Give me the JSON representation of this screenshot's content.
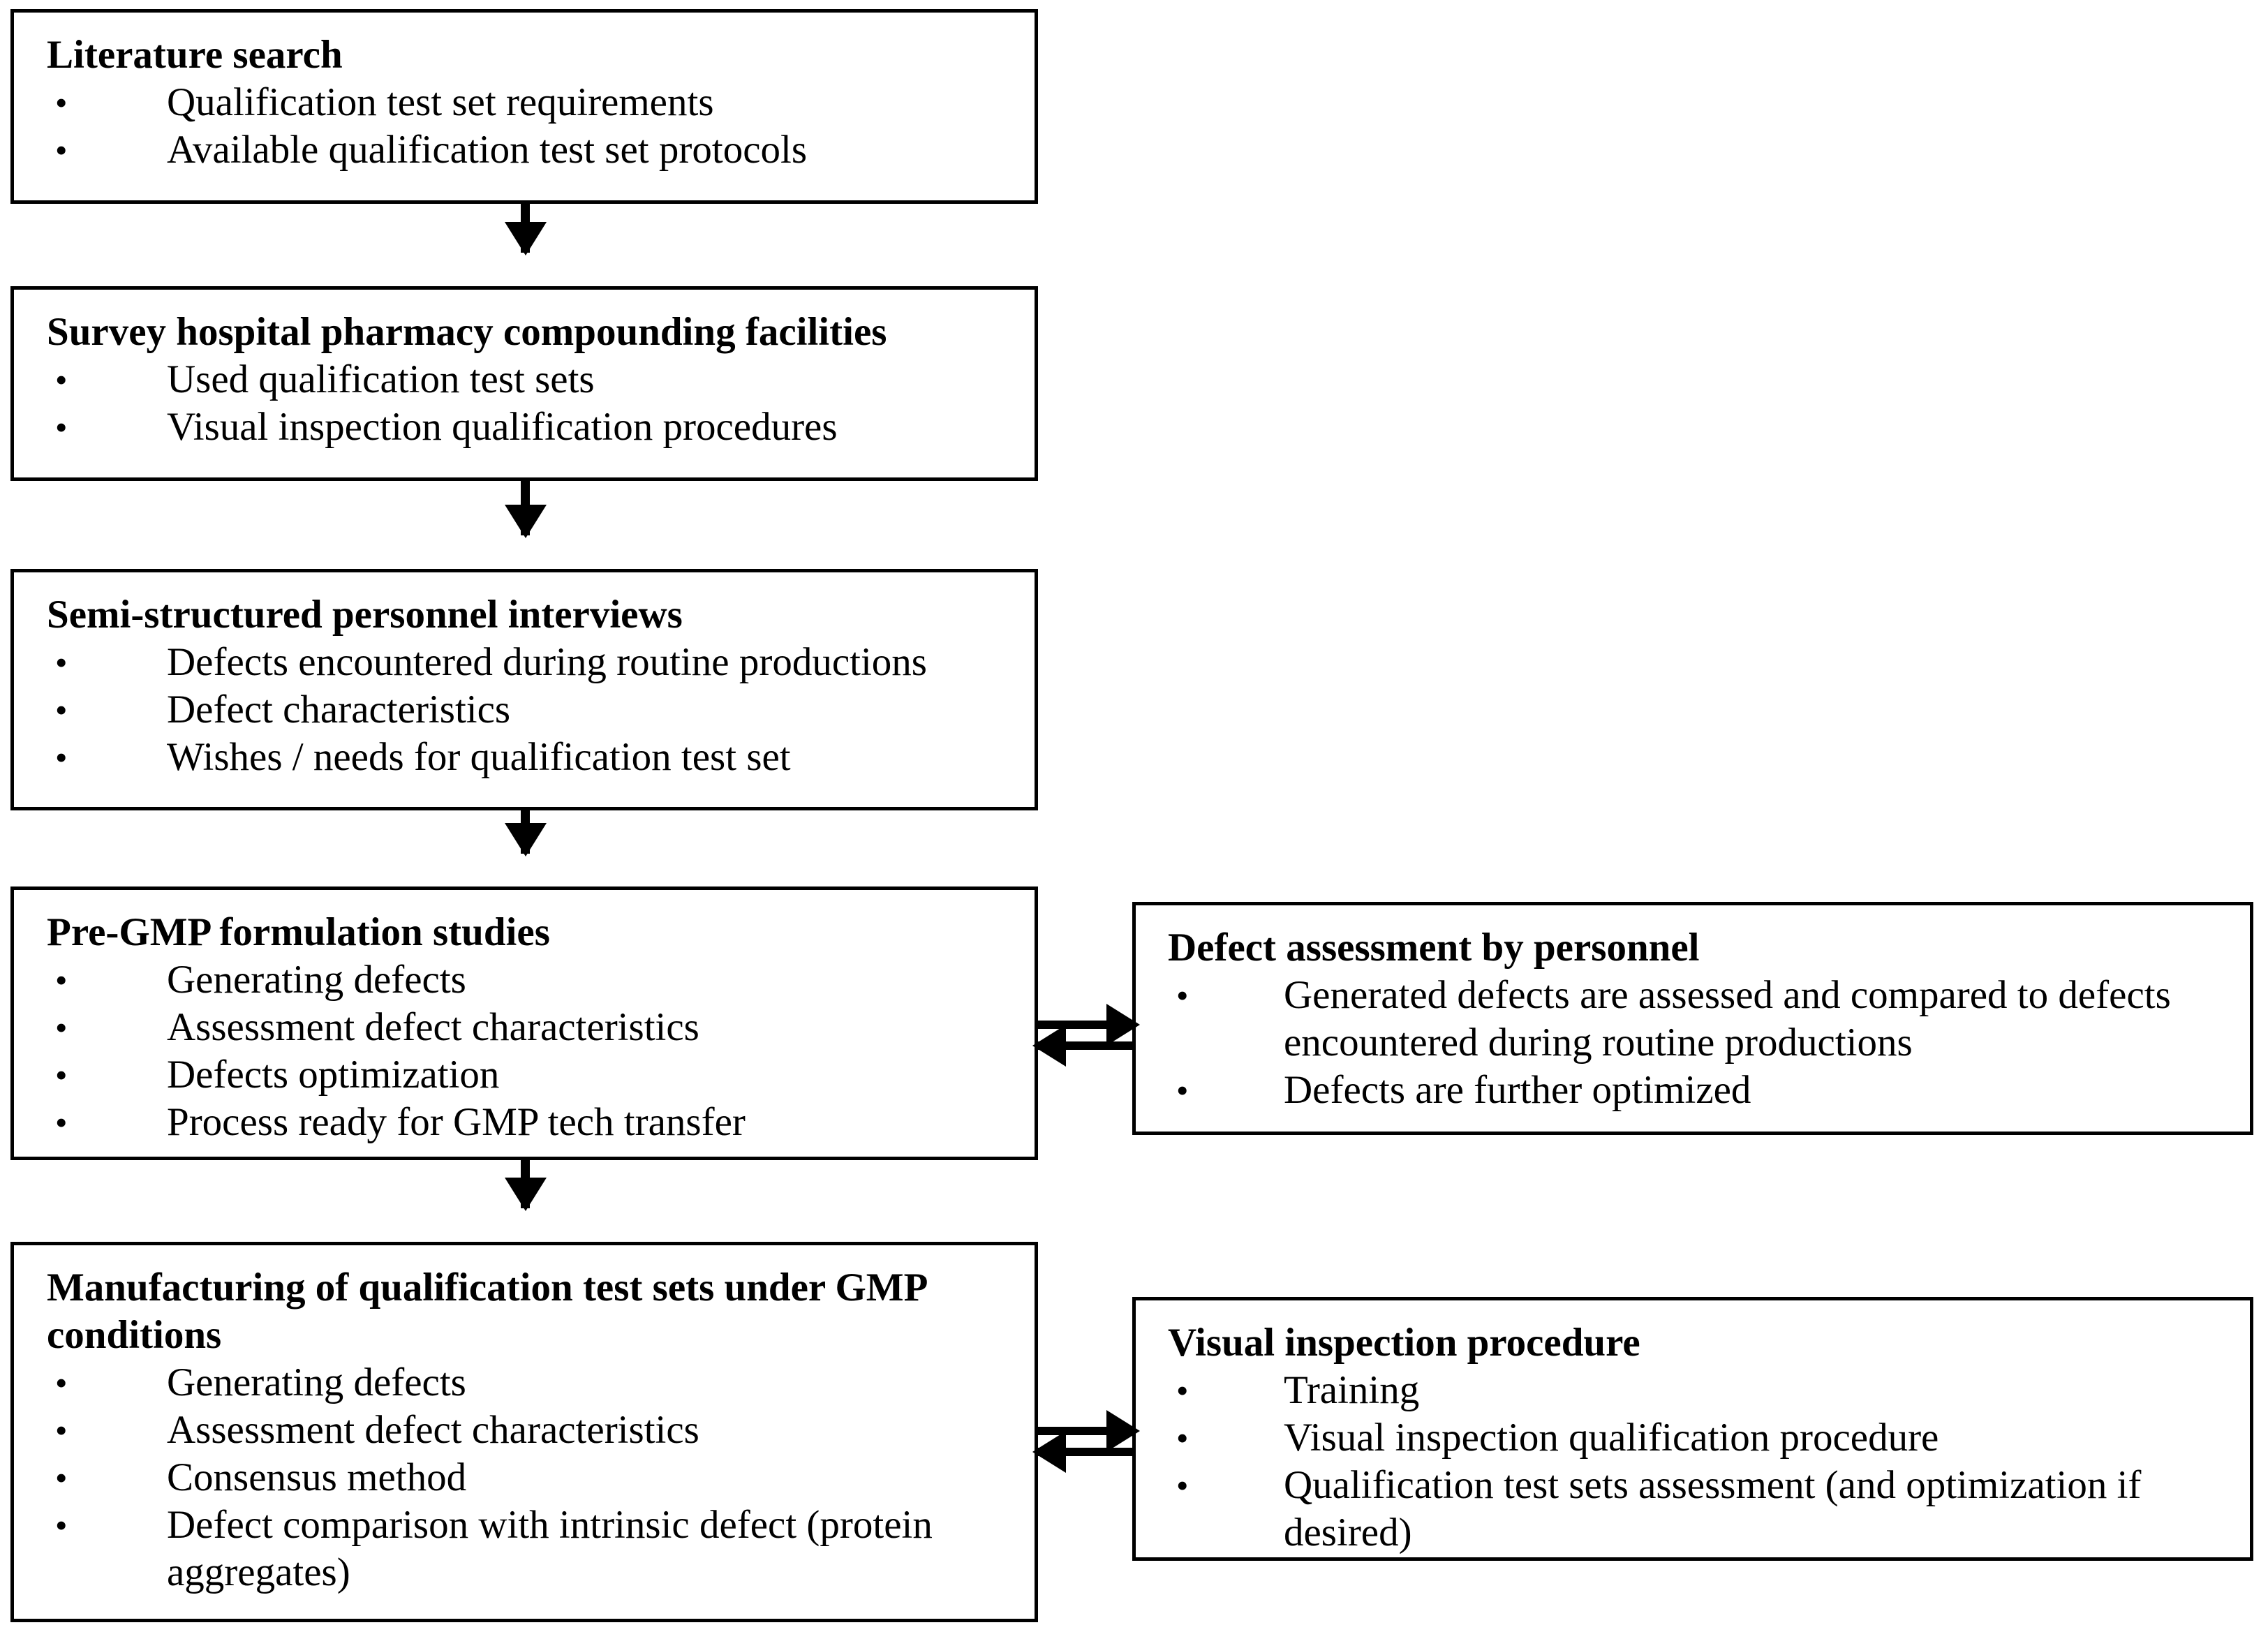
{
  "diagram": {
    "type": "flowchart",
    "nodes": [
      {
        "id": "literature-search",
        "title": "Literature search",
        "bullets": [
          "Qualification test set requirements",
          "Available qualification test set protocols"
        ]
      },
      {
        "id": "survey-facilities",
        "title": "Survey hospital pharmacy compounding facilities",
        "bullets": [
          "Used qualification test sets",
          "Visual inspection qualification procedures"
        ]
      },
      {
        "id": "interviews",
        "title": "Semi-structured personnel interviews",
        "bullets": [
          "Defects encountered during routine productions",
          "Defect characteristics",
          "Wishes / needs for qualification test set"
        ]
      },
      {
        "id": "pregmp",
        "title": "Pre-GMP formulation studies",
        "bullets": [
          "Generating defects",
          "Assessment defect characteristics",
          "Defects optimization",
          "Process ready for GMP tech transfer"
        ]
      },
      {
        "id": "manufacturing",
        "title": "Manufacturing of qualification test sets under GMP conditions",
        "bullets": [
          "Generating defects",
          "Assessment defect characteristics",
          "Consensus method",
          "Defect comparison with intrinsic defect (protein aggregates)"
        ]
      },
      {
        "id": "defect-assessment",
        "title": "Defect assessment by personnel",
        "bullets": [
          "Generated defects are assessed and compared to defects encountered during routine productions",
          "Defects are further optimized"
        ]
      },
      {
        "id": "visual-inspection",
        "title": "Visual inspection procedure",
        "bullets": [
          "Training",
          "Visual inspection qualification procedure",
          "Qualification test sets assessment (and optimization if desired)"
        ]
      }
    ],
    "bullet_glyph": "•",
    "colors": {
      "border": "#000000",
      "background": "#ffffff",
      "text": "#000000",
      "arrow": "#000000"
    },
    "edges": [
      {
        "from": "literature-search",
        "to": "survey-facilities",
        "direction": "down"
      },
      {
        "from": "survey-facilities",
        "to": "interviews",
        "direction": "down"
      },
      {
        "from": "interviews",
        "to": "pregmp",
        "direction": "down"
      },
      {
        "from": "pregmp",
        "to": "manufacturing",
        "direction": "down"
      },
      {
        "from": "pregmp",
        "to": "defect-assessment",
        "direction": "right"
      },
      {
        "from": "defect-assessment",
        "to": "pregmp",
        "direction": "left"
      },
      {
        "from": "manufacturing",
        "to": "visual-inspection",
        "direction": "right"
      },
      {
        "from": "visual-inspection",
        "to": "manufacturing",
        "direction": "left"
      }
    ]
  }
}
